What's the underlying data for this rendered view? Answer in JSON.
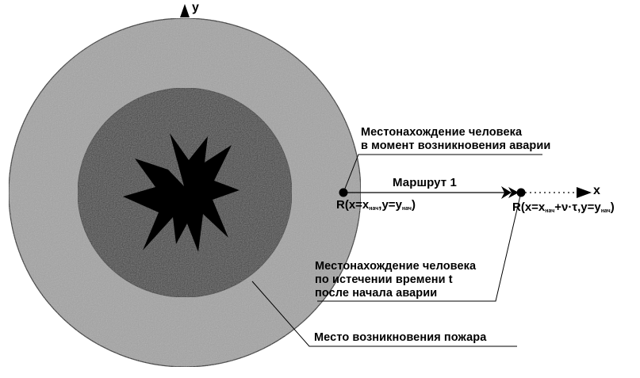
{
  "diagram": {
    "axes": {
      "x_label": "x",
      "y_label": "y"
    },
    "route_label": "Маршрут 1",
    "start_point": {
      "formula_prefix": "R(x=x",
      "sub1": "нач",
      "mid": ",y=y",
      "sub2": "нач",
      "suffix": ")"
    },
    "end_point": {
      "formula_prefix": "R(x=x",
      "sub1": "нач",
      "mid": "+ν·τ,y=y",
      "sub2": "нач",
      "suffix": ")"
    },
    "annotations": {
      "initial_location": {
        "line1": "Местонахождение человека",
        "line2": "в момент возникновения аварии"
      },
      "later_location": {
        "line1": "Местонахождение человека",
        "line2": "по истечении времени t",
        "line3": "после начала аварии"
      },
      "fire_origin": {
        "line1": "Место возникновения пожара"
      }
    },
    "colors": {
      "outer_zone": "#9c9c9c",
      "inner_zone": "#3a3a3a",
      "epicenter": "#000000",
      "lines": "#000000",
      "background": "#ffffff"
    }
  }
}
